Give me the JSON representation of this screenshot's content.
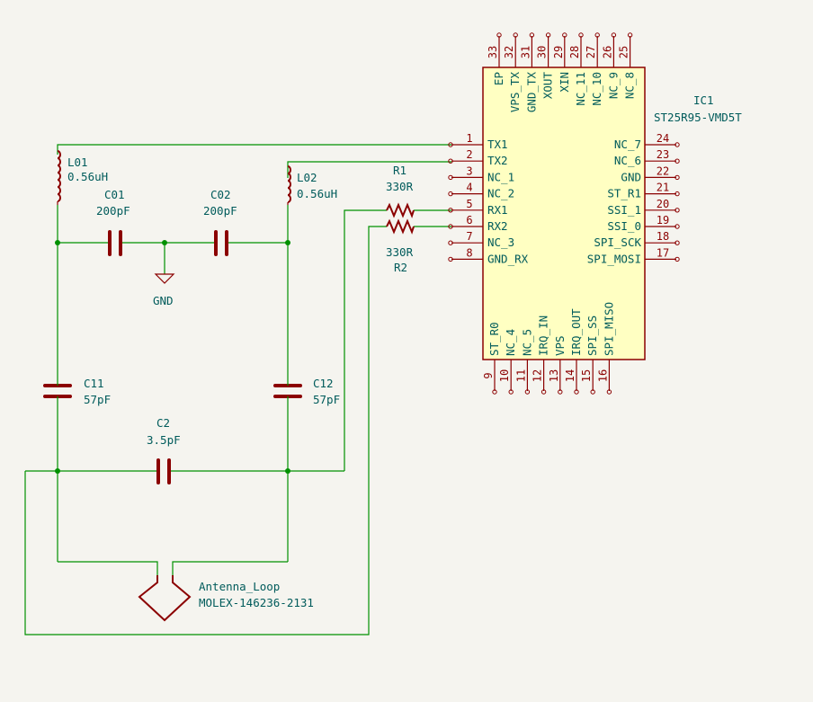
{
  "ic": {
    "ref": "IC1",
    "value": "ST25R95-VMD5T",
    "left_pins": [
      {
        "num": "1",
        "name": "TX1"
      },
      {
        "num": "2",
        "name": "TX2"
      },
      {
        "num": "3",
        "name": "NC_1"
      },
      {
        "num": "4",
        "name": "NC_2"
      },
      {
        "num": "5",
        "name": "RX1"
      },
      {
        "num": "6",
        "name": "RX2"
      },
      {
        "num": "7",
        "name": "NC_3"
      },
      {
        "num": "8",
        "name": "GND_RX"
      }
    ],
    "right_pins": [
      {
        "num": "24",
        "name": "NC_7"
      },
      {
        "num": "23",
        "name": "NC_6"
      },
      {
        "num": "22",
        "name": "GND"
      },
      {
        "num": "21",
        "name": "ST_R1"
      },
      {
        "num": "20",
        "name": "SSI_1"
      },
      {
        "num": "19",
        "name": "SSI_0"
      },
      {
        "num": "18",
        "name": "SPI_SCK"
      },
      {
        "num": "17",
        "name": "SPI_MOSI"
      }
    ],
    "top_pins": [
      {
        "num": "33",
        "name": "EP"
      },
      {
        "num": "32",
        "name": "VPS_TX"
      },
      {
        "num": "31",
        "name": "GND_TX"
      },
      {
        "num": "30",
        "name": "XOUT"
      },
      {
        "num": "29",
        "name": "XIN"
      },
      {
        "num": "28",
        "name": "NC_11"
      },
      {
        "num": "27",
        "name": "NC_10"
      },
      {
        "num": "26",
        "name": "NC_9"
      },
      {
        "num": "25",
        "name": "NC_8"
      }
    ],
    "bottom_pins": [
      {
        "num": "9",
        "name": "ST_R0"
      },
      {
        "num": "10",
        "name": "NC_4"
      },
      {
        "num": "11",
        "name": "NC_5"
      },
      {
        "num": "12",
        "name": "IRQ_IN"
      },
      {
        "num": "13",
        "name": "VPS"
      },
      {
        "num": "14",
        "name": "IRQ_OUT"
      },
      {
        "num": "15",
        "name": "SPI_SS"
      },
      {
        "num": "16",
        "name": "SPI_MISO"
      }
    ]
  },
  "components": {
    "L01": {
      "ref": "L01",
      "value": "0.56uH"
    },
    "L02": {
      "ref": "L02",
      "value": "0.56uH"
    },
    "C01": {
      "ref": "C01",
      "value": "200pF"
    },
    "C02": {
      "ref": "C02",
      "value": "200pF"
    },
    "C11": {
      "ref": "C11",
      "value": "57pF"
    },
    "C12": {
      "ref": "C12",
      "value": "57pF"
    },
    "C2": {
      "ref": "C2",
      "value": "3.5pF"
    },
    "R1": {
      "ref": "R1",
      "value": "330R"
    },
    "R2": {
      "ref": "R2",
      "value": "330R"
    },
    "antenna": {
      "ref": "Antenna_Loop",
      "value": "MOLEX-146236-2131"
    },
    "gnd": {
      "label": "GND"
    }
  }
}
